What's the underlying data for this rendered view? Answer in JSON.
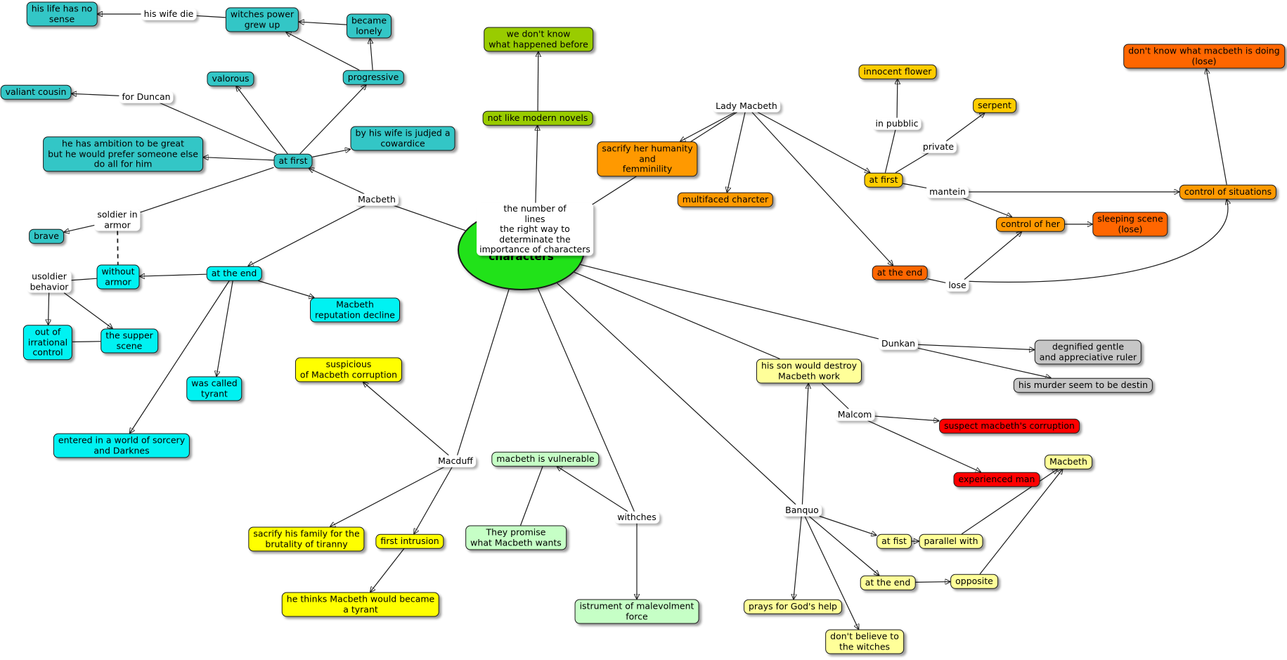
{
  "center": {
    "label": "Macbeth\ncharacters",
    "color": "#21e219"
  },
  "colors": {
    "teal": "#33c6c6",
    "cyan": "#00f2f2",
    "yellow": "#ffff00",
    "light_yellow": "#ffff99",
    "pale_green": "#c6ffc6",
    "olive_green": "#99cc00",
    "gold": "#ffcc00",
    "orange": "#ff9900",
    "dark_orange": "#ff6600",
    "red": "#ff0000",
    "gray": "#c6c6c6",
    "lines": "#1a1a1a"
  },
  "nodes": [
    {
      "id": "life_no_sense",
      "label": "his life has no\nsense",
      "color": "#33c6c6"
    },
    {
      "id": "wife_die",
      "label": "his wife die",
      "color": "#ffffff"
    },
    {
      "id": "witches_power",
      "label": "witches power\ngrew up",
      "color": "#33c6c6"
    },
    {
      "id": "became_lonely",
      "label": "became\nlonely",
      "color": "#33c6c6"
    },
    {
      "id": "progressive",
      "label": "progressive",
      "color": "#33c6c6"
    },
    {
      "id": "valorous",
      "label": "valorous",
      "color": "#33c6c6"
    },
    {
      "id": "valiant_cousin",
      "label": "valiant cousin",
      "color": "#33c6c6"
    },
    {
      "id": "for_duncan",
      "label": "for Duncan",
      "color": "#ffffff"
    },
    {
      "id": "ambition",
      "label": "he has ambition to be great\nbut he would prefer someone else\ndo all for him",
      "color": "#33c6c6"
    },
    {
      "id": "judged_cowardice",
      "label": "by his wife is judjed a\ncowardice",
      "color": "#33c6c6"
    },
    {
      "id": "mb_at_first",
      "label": "at first",
      "color": "#33c6c6"
    },
    {
      "id": "macbeth",
      "label": "Macbeth",
      "color": "#ffffff"
    },
    {
      "id": "soldier_armor",
      "label": "soldier in\narmor",
      "color": "#ffffff"
    },
    {
      "id": "brave",
      "label": "brave",
      "color": "#33c6c6"
    },
    {
      "id": "usoldier",
      "label": "usoldier\nbehavior",
      "color": "#ffffff"
    },
    {
      "id": "without_armor",
      "label": "without\narmor",
      "color": "#00f2f2"
    },
    {
      "id": "mb_at_end",
      "label": "at the end",
      "color": "#00f2f2"
    },
    {
      "id": "reputation_decline",
      "label": "Macbeth\nreputation decline",
      "color": "#00f2f2"
    },
    {
      "id": "irrational",
      "label": "out of\nirrational\ncontrol",
      "color": "#00f2f2"
    },
    {
      "id": "supper_scene",
      "label": "the supper\nscene",
      "color": "#00f2f2"
    },
    {
      "id": "tyrant",
      "label": "was called\ntyrant",
      "color": "#00f2f2"
    },
    {
      "id": "sorcery",
      "label": "entered in a world of sorcery\nand Darknes",
      "color": "#00f2f2"
    },
    {
      "id": "dont_know_before",
      "label": "we don't know\nwhat happened before",
      "color": "#99cc00"
    },
    {
      "id": "not_modern",
      "label": "not like modern novels",
      "color": "#99cc00"
    },
    {
      "id": "number_lines",
      "label": "the number of\nlines\nthe right way to\ndeterminate the\nimportance of characters",
      "color": "#ffffff"
    },
    {
      "id": "lady_macbeth",
      "label": "Lady Macbeth",
      "color": "#ffffff"
    },
    {
      "id": "innocent_flower",
      "label": "innocent flower",
      "color": "#ffcc00"
    },
    {
      "id": "serpent",
      "label": "serpent",
      "color": "#ffcc00"
    },
    {
      "id": "in_pubblic",
      "label": "in pubblic",
      "color": "#ffffff"
    },
    {
      "id": "private",
      "label": "private",
      "color": "#ffffff"
    },
    {
      "id": "lm_at_first",
      "label": "at first",
      "color": "#ffcc00"
    },
    {
      "id": "mantein",
      "label": "mantein",
      "color": "#ffffff"
    },
    {
      "id": "sacrify_humanity",
      "label": "sacrify her humanity\nand\nfemminility",
      "color": "#ff9900"
    },
    {
      "id": "multifaced",
      "label": "multifaced charcter",
      "color": "#ff9900"
    },
    {
      "id": "control_her",
      "label": "control of her",
      "color": "#ff9900"
    },
    {
      "id": "sleeping_scene",
      "label": "sleeping scene\n(lose)",
      "color": "#ff6600"
    },
    {
      "id": "control_situations",
      "label": "control of situations",
      "color": "#ff9900"
    },
    {
      "id": "dont_know_doing",
      "label": "don't know what macbeth is doing\n(lose)",
      "color": "#ff6600"
    },
    {
      "id": "lm_at_end",
      "label": "at the end",
      "color": "#ff6600"
    },
    {
      "id": "lose",
      "label": "lose",
      "color": "#ffffff"
    },
    {
      "id": "dunkan",
      "label": "Dunkan",
      "color": "#ffffff"
    },
    {
      "id": "degnified",
      "label": "degnified gentle\nand appreciative ruler",
      "color": "#c6c6c6"
    },
    {
      "id": "murder_destin",
      "label": "his murder seem to be destin",
      "color": "#c6c6c6"
    },
    {
      "id": "son_destroy",
      "label": "his son would destroy\nMacbeth work",
      "color": "#ffff99"
    },
    {
      "id": "malcom",
      "label": "Malcom",
      "color": "#ffffff"
    },
    {
      "id": "suspect_corruption",
      "label": "suspect macbeth's corruption",
      "color": "#ff0000"
    },
    {
      "id": "experienced",
      "label": "experienced man",
      "color": "#ff0000"
    },
    {
      "id": "banquo",
      "label": "Banquo",
      "color": "#ffffff"
    },
    {
      "id": "macbeth_r",
      "label": "Macbeth",
      "color": "#ffff99"
    },
    {
      "id": "at_fist",
      "label": "at fist",
      "color": "#ffff99"
    },
    {
      "id": "parallel",
      "label": "parallel with",
      "color": "#ffff99"
    },
    {
      "id": "bq_at_end",
      "label": "at the end",
      "color": "#ffff99"
    },
    {
      "id": "opposite",
      "label": "opposite",
      "color": "#ffff99"
    },
    {
      "id": "prays",
      "label": "prays for God's help",
      "color": "#ffff99"
    },
    {
      "id": "dont_believe",
      "label": "don't believe to\nthe witches",
      "color": "#ffff99"
    },
    {
      "id": "suspicious",
      "label": "suspicious\nof Macbeth corruption",
      "color": "#ffff00"
    },
    {
      "id": "macduff",
      "label": "Macduff",
      "color": "#ffffff"
    },
    {
      "id": "sacrify_family",
      "label": "sacrify his family for the\nbrutality of tiranny",
      "color": "#ffff00"
    },
    {
      "id": "first_intrusion",
      "label": "first intrusion",
      "color": "#ffff00"
    },
    {
      "id": "thinks_tyrant",
      "label": "he thinks Macbeth would became\na tyrant",
      "color": "#ffff00"
    },
    {
      "id": "vulnerable",
      "label": "macbeth is vulnerable",
      "color": "#c6ffc6"
    },
    {
      "id": "promise",
      "label": "They promise\nwhat Macbeth wants",
      "color": "#c6ffc6"
    },
    {
      "id": "withches",
      "label": "withches",
      "color": "#ffffff"
    },
    {
      "id": "istrument",
      "label": "istrument of malevolment\nforce",
      "color": "#c6ffc6"
    }
  ],
  "links": [
    {
      "from": "wife_die",
      "to": "life_no_sense",
      "arrow": true
    },
    {
      "from": "witches_power",
      "to": "wife_die",
      "arrow": false
    },
    {
      "from": "became_lonely",
      "to": "witches_power",
      "arrow": true
    },
    {
      "from": "progressive",
      "to": "witches_power",
      "arrow": true
    },
    {
      "from": "progressive",
      "to": "became_lonely",
      "arrow": true
    },
    {
      "from": "mb_at_first",
      "to": "progressive",
      "arrow": true
    },
    {
      "from": "mb_at_first",
      "to": "valorous",
      "arrow": true
    },
    {
      "from": "mb_at_first",
      "to": "for_duncan",
      "arrow": false
    },
    {
      "from": "for_duncan",
      "to": "valiant_cousin",
      "arrow": true
    },
    {
      "from": "mb_at_first",
      "to": "ambition",
      "arrow": true
    },
    {
      "from": "mb_at_first",
      "to": "judged_cowardice",
      "arrow": true
    },
    {
      "from": "mb_at_first",
      "to": "soldier_armor",
      "arrow": false
    },
    {
      "from": "soldier_armor",
      "to": "brave",
      "arrow": true
    },
    {
      "from": "soldier_armor",
      "to": "without_armor",
      "arrow": false,
      "dashed": true
    },
    {
      "from": "macbeth",
      "to": "mb_at_first",
      "arrow": true
    },
    {
      "from": "macbeth",
      "to": "mb_at_end",
      "arrow": true
    },
    {
      "from": "macbeth",
      "to": "center",
      "arrow": false
    },
    {
      "from": "mb_at_end",
      "to": "without_armor",
      "arrow": true
    },
    {
      "from": "without_armor",
      "to": "usoldier",
      "arrow": false
    },
    {
      "from": "usoldier",
      "to": "irrational",
      "arrow": true
    },
    {
      "from": "usoldier",
      "to": "supper_scene",
      "arrow": true
    },
    {
      "from": "supper_scene",
      "to": "irrational",
      "arrow": false
    },
    {
      "from": "mb_at_end",
      "to": "reputation_decline",
      "arrow": true
    },
    {
      "from": "mb_at_end",
      "to": "tyrant",
      "arrow": true
    },
    {
      "from": "mb_at_end",
      "to": "sorcery",
      "arrow": true
    },
    {
      "from": "number_lines",
      "to": "not_modern",
      "arrow": true
    },
    {
      "from": "not_modern",
      "to": "dont_know_before",
      "arrow": true
    },
    {
      "from": "number_lines",
      "to": "center",
      "arrow": false
    },
    {
      "from": "center",
      "to": "lady_macbeth",
      "arrow": false
    },
    {
      "from": "lady_macbeth",
      "to": "sacrify_humanity",
      "arrow": true
    },
    {
      "from": "lady_macbeth",
      "to": "multifaced",
      "arrow": true
    },
    {
      "from": "lady_macbeth",
      "to": "lm_at_first",
      "arrow": true
    },
    {
      "from": "lady_macbeth",
      "to": "lm_at_end",
      "arrow": true
    },
    {
      "from": "lm_at_first",
      "to": "in_pubblic",
      "arrow": false
    },
    {
      "from": "in_pubblic",
      "to": "innocent_flower",
      "arrow": true
    },
    {
      "from": "lm_at_first",
      "to": "private",
      "arrow": false
    },
    {
      "from": "private",
      "to": "serpent",
      "arrow": true
    },
    {
      "from": "lm_at_first",
      "to": "mantein",
      "arrow": false
    },
    {
      "from": "mantein",
      "to": "control_situations",
      "arrow": true
    },
    {
      "from": "mantein",
      "to": "control_her",
      "arrow": true
    },
    {
      "from": "control_her",
      "to": "sleeping_scene",
      "arrow": true
    },
    {
      "from": "control_situations",
      "to": "dont_know_doing",
      "arrow": true
    },
    {
      "from": "lm_at_end",
      "to": "lose",
      "arrow": false
    },
    {
      "from": "lose",
      "to": "control_her",
      "arrow": true
    },
    {
      "from": "lose",
      "to": "control_situations",
      "arrow": true,
      "curved": true
    },
    {
      "from": "center",
      "to": "dunkan",
      "arrow": false
    },
    {
      "from": "dunkan",
      "to": "degnified",
      "arrow": true
    },
    {
      "from": "dunkan",
      "to": "murder_destin",
      "arrow": true
    },
    {
      "from": "center",
      "to": "son_destroy",
      "arrow": false
    },
    {
      "from": "son_destroy",
      "to": "malcom",
      "arrow": false
    },
    {
      "from": "malcom",
      "to": "suspect_corruption",
      "arrow": true
    },
    {
      "from": "malcom",
      "to": "experienced",
      "arrow": true
    },
    {
      "from": "center",
      "to": "banquo",
      "arrow": false
    },
    {
      "from": "banquo",
      "to": "son_destroy",
      "arrow": true
    },
    {
      "from": "banquo",
      "to": "at_fist",
      "arrow": true
    },
    {
      "from": "at_fist",
      "to": "parallel",
      "arrow": true
    },
    {
      "from": "parallel",
      "to": "macbeth_r",
      "arrow": true
    },
    {
      "from": "banquo",
      "to": "bq_at_end",
      "arrow": true
    },
    {
      "from": "bq_at_end",
      "to": "opposite",
      "arrow": true
    },
    {
      "from": "opposite",
      "to": "macbeth_r",
      "arrow": true
    },
    {
      "from": "banquo",
      "to": "prays",
      "arrow": true
    },
    {
      "from": "banquo",
      "to": "dont_believe",
      "arrow": true
    },
    {
      "from": "center",
      "to": "macduff",
      "arrow": false
    },
    {
      "from": "macduff",
      "to": "suspicious",
      "arrow": true
    },
    {
      "from": "macduff",
      "to": "sacrify_family",
      "arrow": true
    },
    {
      "from": "macduff",
      "to": "first_intrusion",
      "arrow": true
    },
    {
      "from": "first_intrusion",
      "to": "thinks_tyrant",
      "arrow": true
    },
    {
      "from": "center",
      "to": "withches",
      "arrow": false
    },
    {
      "from": "withches",
      "to": "vulnerable",
      "arrow": true
    },
    {
      "from": "promise",
      "to": "vulnerable",
      "arrow": false
    },
    {
      "from": "withches",
      "to": "istrument",
      "arrow": true
    }
  ]
}
